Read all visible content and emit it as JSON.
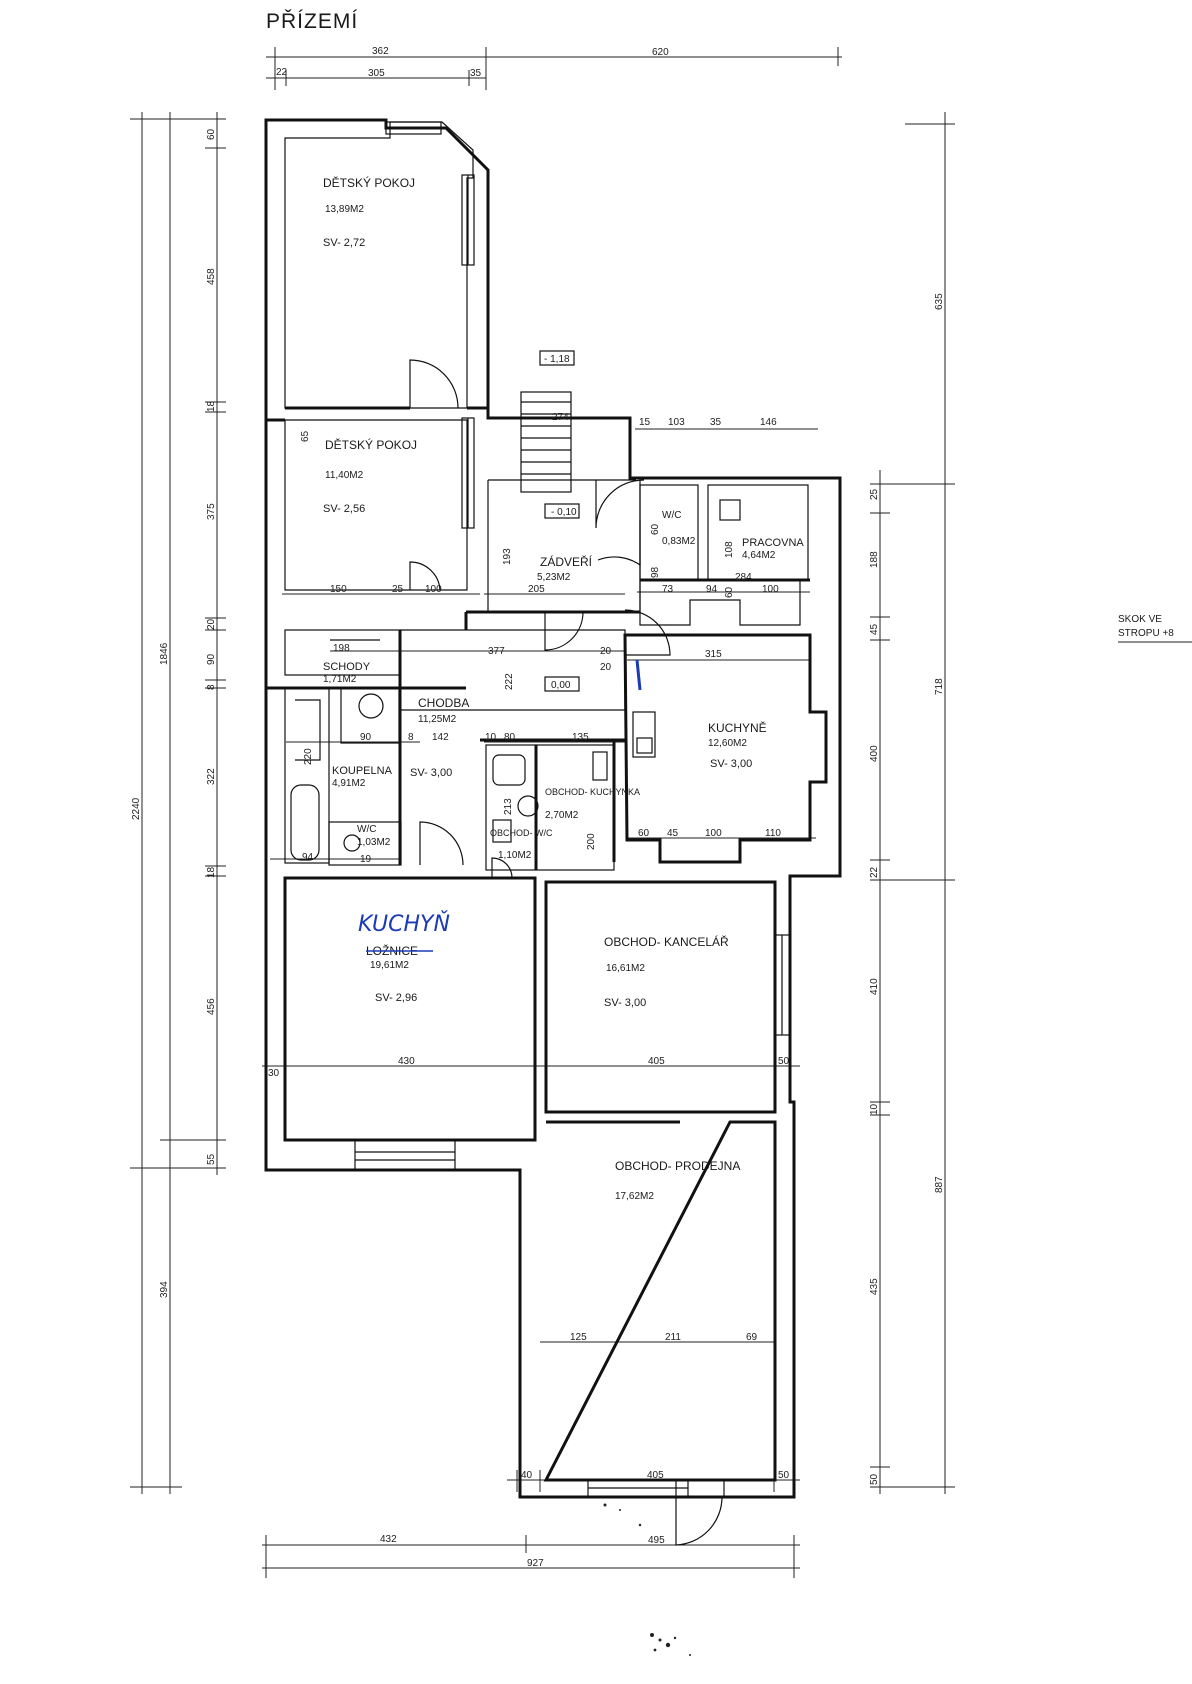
{
  "title": "PŘÍZEMÍ",
  "rooms": [
    {
      "name": "DĚTSKÝ POKOJ",
      "area": "13,89M2",
      "sv": "SV- 2,72"
    },
    {
      "name": "DĚTSKÝ POKOJ",
      "area": "11,40M2",
      "sv": "SV- 2,56"
    },
    {
      "name": "ZÁDVEŘÍ",
      "area": "5,23M2"
    },
    {
      "name": "W/C",
      "area": "0,83M2"
    },
    {
      "name": "PRACOVNA",
      "area": "4,64M2"
    },
    {
      "name": "SCHODY",
      "area": "1,71M2"
    },
    {
      "name": "CHODBA",
      "area": "11,25M2",
      "sv": "SV- 3,00"
    },
    {
      "name": "KOUPELNA",
      "area": "4,91M2"
    },
    {
      "name": "W/C",
      "area": "1,03M2"
    },
    {
      "name": "OBCHOD- W/C",
      "area": "1,10M2"
    },
    {
      "name": "OBCHOD- KUCHYNKA",
      "area": "2,70M2"
    },
    {
      "name": "KUCHYNĚ",
      "area": "12,60M2",
      "sv": "SV- 3,00"
    },
    {
      "name": "LOŽNICE",
      "area": "19,61M2",
      "sv": "SV- 2,96",
      "handwritten": "KUCHYŇ"
    },
    {
      "name": "OBCHOD- KANCELÁŘ",
      "area": "16,61M2",
      "sv": "SV- 3,00"
    },
    {
      "name": "OBCHOD- PRODEJNA",
      "area": "17,62M2"
    }
  ],
  "levels": [
    "- 1,18",
    "- 0,10",
    "0,00"
  ],
  "note": [
    "SKOK VE",
    "STROPU +8"
  ],
  "dimensions": {
    "top": [
      "362",
      "620",
      "22",
      "305",
      "35"
    ],
    "left_outer": [
      "2240",
      "1846",
      "394"
    ],
    "left_inner": [
      "60",
      "458",
      "18",
      "375",
      "20",
      "90",
      "8",
      "322",
      "18",
      "456",
      "55"
    ],
    "right": [
      "635",
      "25",
      "188",
      "45",
      "718",
      "400",
      "22",
      "410",
      "10",
      "887",
      "435",
      "50"
    ],
    "bottom": [
      "40",
      "405",
      "50",
      "432",
      "495",
      "927"
    ],
    "interior": [
      "15",
      "103",
      "35",
      "146",
      "65",
      "150",
      "25",
      "100",
      "205",
      "193",
      "60",
      "98",
      "108",
      "284",
      "73",
      "94",
      "60",
      "100",
      "20",
      "198",
      "377",
      "222",
      "20",
      "315",
      "142",
      "90",
      "8",
      "10",
      "80",
      "135",
      "220",
      "94",
      "19",
      "213",
      "200",
      "60",
      "45",
      "100",
      "110",
      "30",
      "430",
      "405",
      "50",
      "125",
      "211",
      "69",
      "274"
    ]
  },
  "colors": {
    "ink": "#111111",
    "paper": "#ffffff",
    "pen": "#1a3bb3"
  }
}
